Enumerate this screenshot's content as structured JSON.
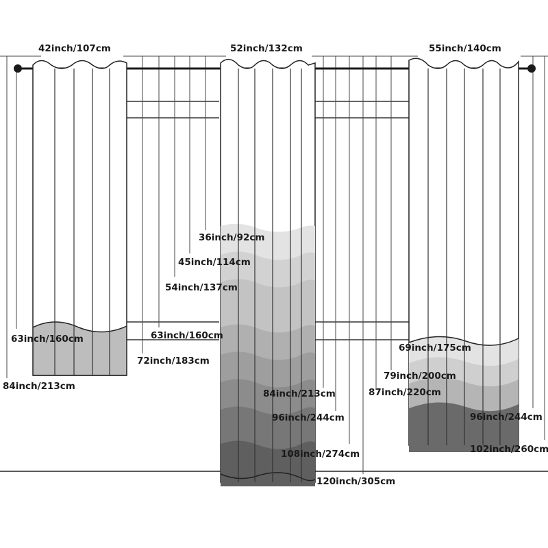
{
  "colors": {
    "rod": "#1a1a1a",
    "curtain": "#ffffff",
    "outline": "#222222",
    "shade_1": "#e3e3e3",
    "shade_2": "#d2d2d2",
    "shade_3": "#c3c3c3",
    "shade_4": "#b0b0b0",
    "shade_5": "#9e9e9e",
    "shade_6": "#8c8c8c",
    "shade_7": "#777777",
    "shade_8": "#5f5f5f",
    "left_band": "#bdbdbd"
  },
  "widths": {
    "left": "42inch/107cm",
    "middle": "52inch/132cm",
    "right": "55inch/140cm"
  },
  "lengths": {
    "l36": "36inch/92cm",
    "l45": "45inch/114cm",
    "l54": "54inch/137cm",
    "l63_left": "63inch/160cm",
    "l63_mid": "63inch/160cm",
    "l72": "72inch/183cm",
    "l84_left": "84inch/213cm",
    "l84_mid": "84inch/213cm",
    "l96_mid": "96inch/244cm",
    "l108": "108inch/274cm",
    "l120": "120inch/305cm",
    "l69": "69inch/175cm",
    "l79": "79inch/200cm",
    "l87": "87inch/220cm",
    "l96_right": "96inch/244cm",
    "l102": "102inch/260cm"
  }
}
